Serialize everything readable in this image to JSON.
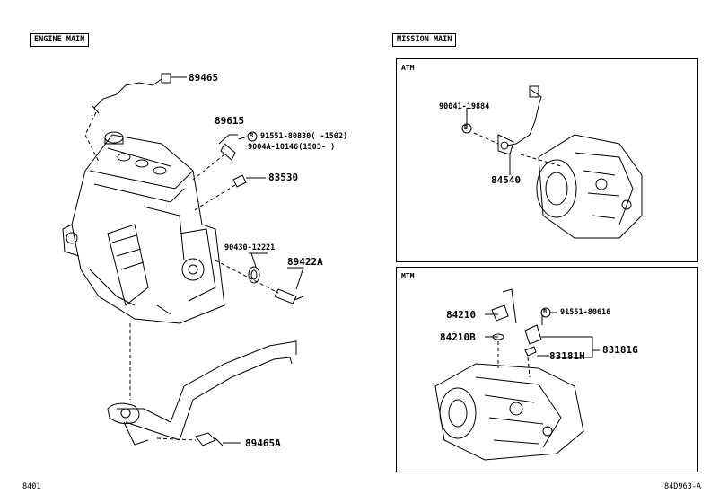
{
  "sections": {
    "engine_main": "ENGINE MAIN",
    "mission_main": "MISSION MAIN",
    "atm": "ATM",
    "mtm": "MTM"
  },
  "parts": {
    "p89465": "89465",
    "p89615": "89615",
    "p91551_80830": "91551-80830(   -1502)",
    "p9004A_10146": "9004A-10146(1503-   )",
    "p83530": "83530",
    "p90430_12221": "90430-12221",
    "p89422A": "89422A",
    "p89465A": "89465A",
    "p90041_19884": "90041-19884",
    "p84540": "84540",
    "p84210": "84210",
    "p84210B": "84210B",
    "p91551_80616": "91551-80616",
    "p83181G": "83181G",
    "p83181H": "83181H"
  },
  "bolt_marker": "B",
  "footer": {
    "left": "8401",
    "right": "84D963-A"
  }
}
